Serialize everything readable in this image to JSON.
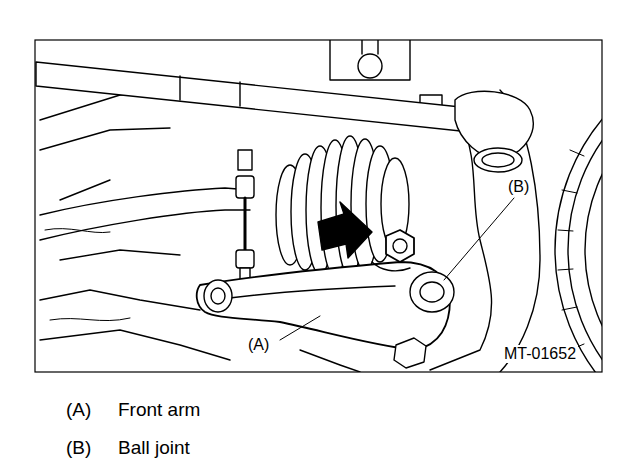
{
  "diagram": {
    "labels": [
      "(B)",
      "(A)",
      "MT-01652",
      "(A)",
      "Front arm",
      "(B)",
      "Ball joint"
    ]
  }
}
